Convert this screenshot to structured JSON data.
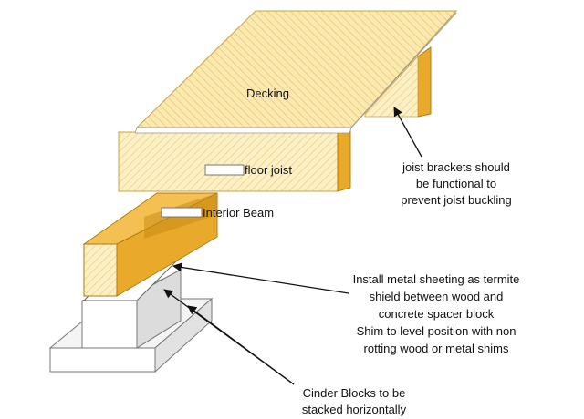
{
  "diagram": {
    "labels": {
      "decking": "Decking",
      "floor_joist": "floor joist",
      "interior_beam": "Interior Beam",
      "joist_brackets": [
        "joist brackets should",
        "be functional to",
        "prevent joist buckling"
      ],
      "metal_sheeting": [
        "Install metal sheeting as termite",
        "shield between wood and",
        "concrete spacer block",
        "Shim to level position with non",
        "rotting wood or metal shims"
      ],
      "cinder_blocks": [
        "Cinder Blocks to be",
        "stacked horizontally"
      ]
    },
    "colors": {
      "wood_light": "#fdf0c4",
      "wood_hatch": "#e8cf84",
      "beam_side": "#e9a92b",
      "beam_dark": "#c98a16",
      "concrete": "#ebebeb",
      "outline": "#777777"
    }
  }
}
